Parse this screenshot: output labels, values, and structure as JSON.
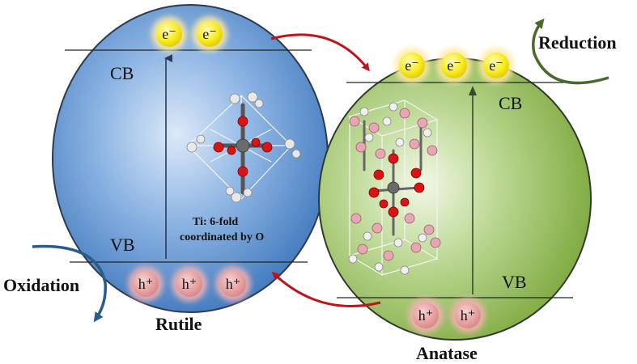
{
  "rutile": {
    "name": "Rutile",
    "cb_label": "CB",
    "vb_label": "VB",
    "electrons": [
      "e⁻",
      "e⁻"
    ],
    "holes": [
      "h⁺",
      "h⁺",
      "h⁺"
    ],
    "structure_note_line1": "Ti: 6-fold",
    "structure_note_line2": "coordinated by O",
    "fill_color": "#4a86c8"
  },
  "anatase": {
    "name": "Anatase",
    "cb_label": "CB",
    "vb_label": "VB",
    "electrons": [
      "e⁻",
      "e⁻",
      "e⁻"
    ],
    "holes": [
      "h⁺",
      "h⁺"
    ],
    "fill_color": "#8db650"
  },
  "processes": {
    "oxidation": "Oxidation",
    "reduction": "Reduction"
  },
  "colors": {
    "electron": "#f5e000",
    "hole": "#e39a9a",
    "transfer_arrow": "#c0141c",
    "oxidation_arrow": "#2a5c8c",
    "reduction_arrow": "#4a6a2a"
  }
}
